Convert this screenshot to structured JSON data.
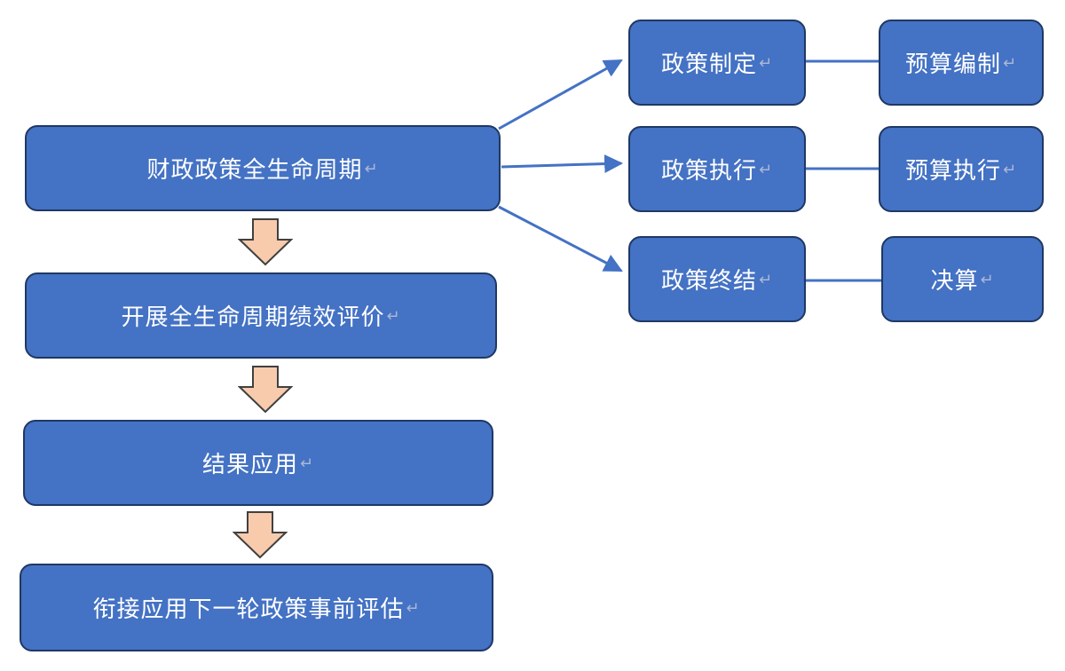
{
  "colors": {
    "box_fill": "#4472c4",
    "box_border": "#1f3864",
    "box_text": "#ffffff",
    "connector": "#4472c4",
    "down_arrow_fill": "#f8cbad",
    "down_arrow_stroke": "#404040",
    "paragraph_mark": "#aab7d6"
  },
  "paragraph_mark": "↵",
  "main_flow": {
    "lifecycle": "财政政策全生命周期",
    "evaluation": "开展全生命周期绩效评价",
    "application": "结果应用",
    "next_round": "衔接应用下一轮政策事前评估"
  },
  "policy_stages": {
    "formulation": "政策制定",
    "execution": "政策执行",
    "termination": "政策终结"
  },
  "budget_stages": {
    "preparation": "预算编制",
    "execution": "预算执行",
    "final_accounts": "决算"
  }
}
